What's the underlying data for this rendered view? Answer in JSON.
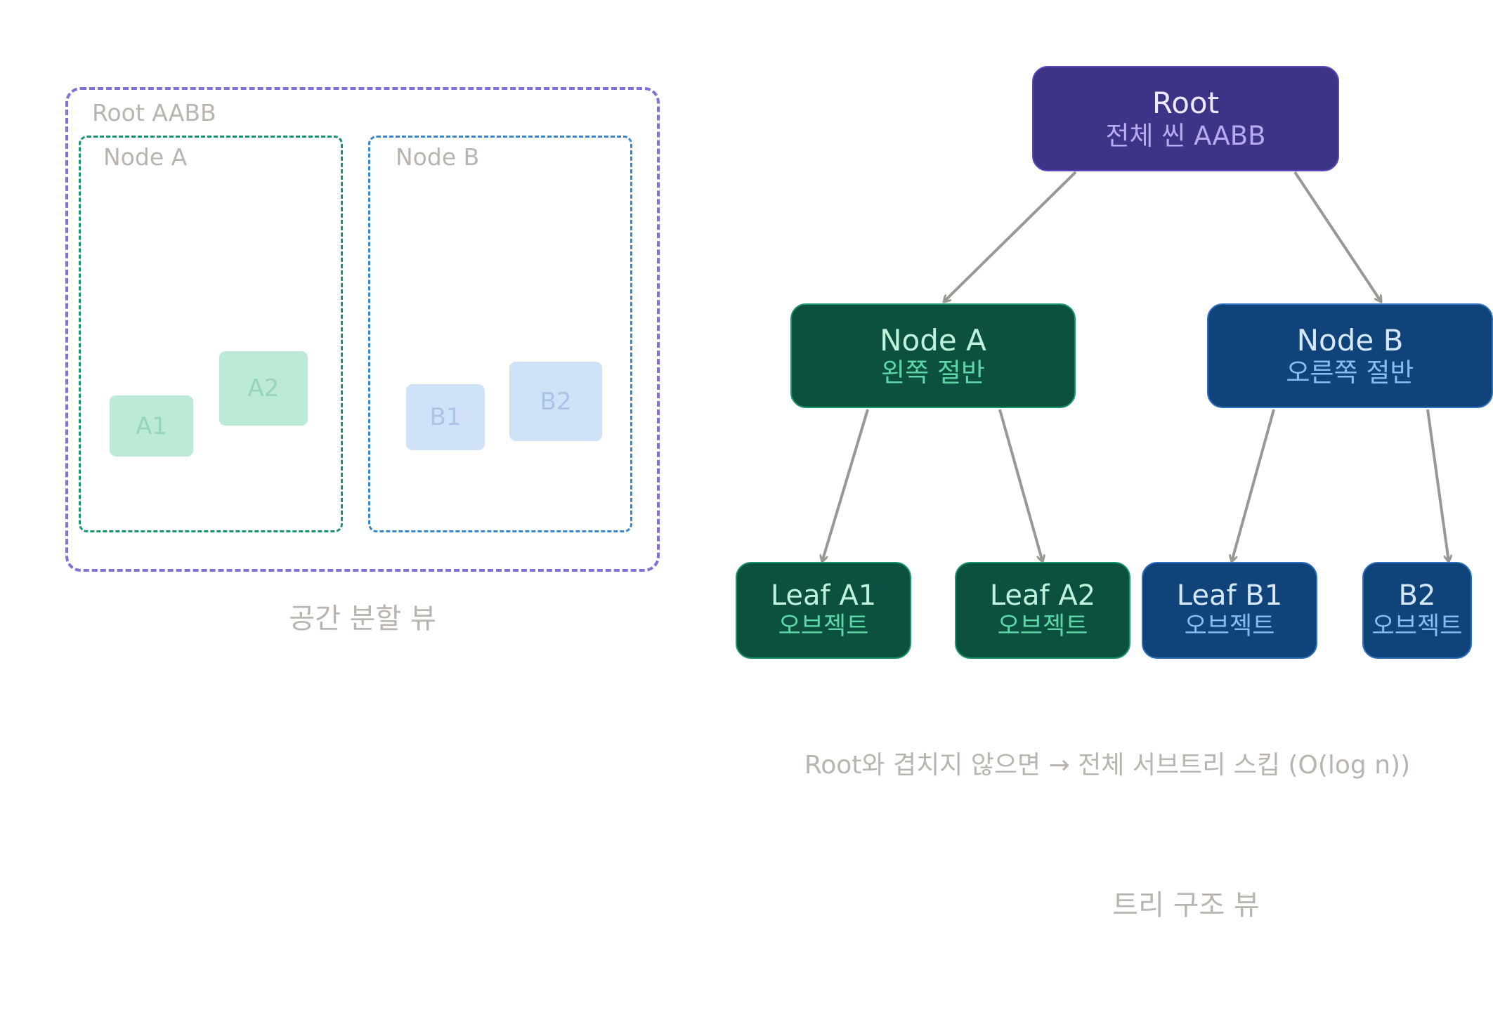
{
  "spatial_view": {
    "root_label": "Root AABB",
    "node_a_label": "Node A",
    "node_b_label": "Node B",
    "objects": {
      "a1": "A1",
      "a2": "A2",
      "b1": "B1",
      "b2": "B2"
    },
    "caption": "공간 분할 뷰"
  },
  "tree_view": {
    "root": {
      "title": "Root",
      "subtitle": "전체 씬 AABB"
    },
    "node_a": {
      "title": "Node A",
      "subtitle": "왼쪽 절반"
    },
    "node_b": {
      "title": "Node B",
      "subtitle": "오른쪽 절반"
    },
    "leaf_a1": {
      "title": "Leaf A1",
      "subtitle": "오브젝트"
    },
    "leaf_a2": {
      "title": "Leaf A2",
      "subtitle": "오브젝트"
    },
    "leaf_b1": {
      "title": "Leaf B1",
      "subtitle": "오브젝트"
    },
    "leaf_b2": {
      "title": "B2",
      "subtitle": "오브젝트"
    },
    "note": "Root와 겹치지 않으면 → 전체 서브트리 스킵 (O(log n))",
    "caption": "트리 구조 뷰"
  },
  "colors": {
    "root_purple": "#3d3387",
    "green_node": "#0c5140",
    "blue_node": "#11437b",
    "edge_gray": "#9a9892"
  }
}
